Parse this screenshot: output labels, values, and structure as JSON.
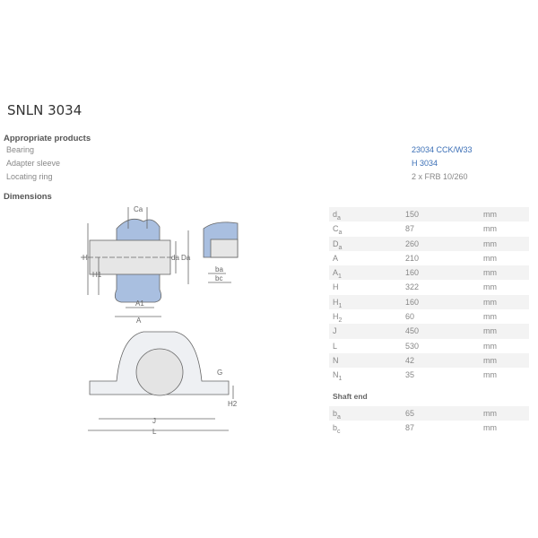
{
  "title": "SNLN 3034",
  "products": {
    "heading": "Appropriate products",
    "items": [
      {
        "label": "Bearing",
        "value": "23034 CCK/W33"
      },
      {
        "label": "Adapter sleeve",
        "value": "H 3034"
      },
      {
        "label": "Locating ring",
        "value": "2 x FRB 10/260"
      }
    ]
  },
  "dimensions": {
    "heading": "Dimensions",
    "rows": [
      {
        "sym": "d",
        "sub": "a",
        "value": "150",
        "unit": "mm"
      },
      {
        "sym": "C",
        "sub": "a",
        "value": "87",
        "unit": "mm"
      },
      {
        "sym": "D",
        "sub": "a",
        "value": "260",
        "unit": "mm"
      },
      {
        "sym": "A",
        "sub": "",
        "value": "210",
        "unit": "mm"
      },
      {
        "sym": "A",
        "sub": "1",
        "value": "160",
        "unit": "mm"
      },
      {
        "sym": "H",
        "sub": "",
        "value": "322",
        "unit": "mm"
      },
      {
        "sym": "H",
        "sub": "1",
        "value": "160",
        "unit": "mm"
      },
      {
        "sym": "H",
        "sub": "2",
        "value": "60",
        "unit": "mm"
      },
      {
        "sym": "J",
        "sub": "",
        "value": "450",
        "unit": "mm"
      },
      {
        "sym": "L",
        "sub": "",
        "value": "530",
        "unit": "mm"
      },
      {
        "sym": "N",
        "sub": "",
        "value": "42",
        "unit": "mm"
      },
      {
        "sym": "N",
        "sub": "1",
        "value": "35",
        "unit": "mm"
      }
    ],
    "shaft_heading": "Shaft end",
    "shaft_rows": [
      {
        "sym": "b",
        "sub": "a",
        "value": "65",
        "unit": "mm"
      },
      {
        "sym": "b",
        "sub": "c",
        "value": "87",
        "unit": "mm"
      }
    ]
  },
  "drawing_labels": {
    "Ca": "Ca",
    "H": "H",
    "H1": "H1",
    "da": "da",
    "Da": "Da",
    "A1": "A1",
    "A": "A",
    "ba": "ba",
    "bc": "bc",
    "G": "G",
    "H2": "H2",
    "J": "J",
    "L": "L"
  }
}
